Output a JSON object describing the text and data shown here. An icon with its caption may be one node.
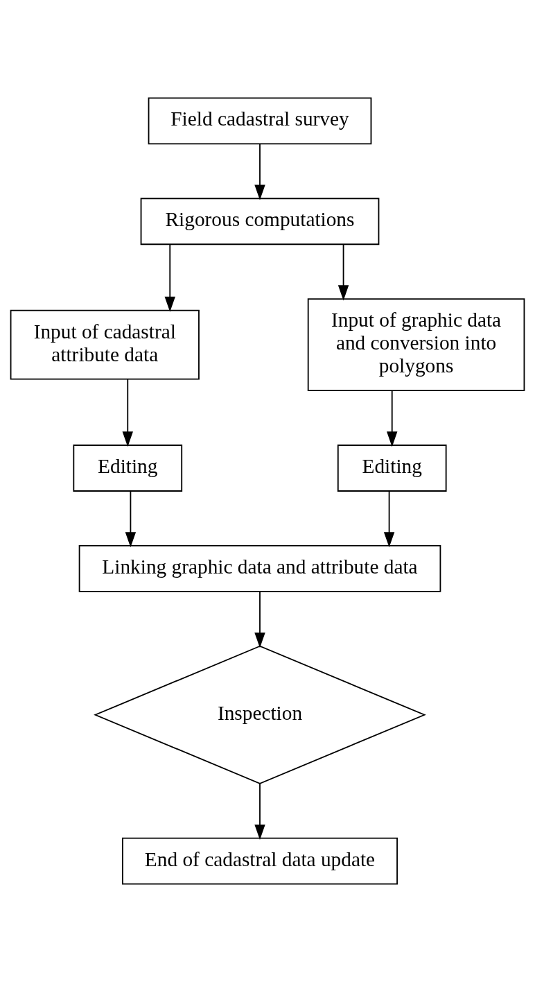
{
  "diagram": {
    "nodes": [
      {
        "text": [
          "Field cadastral survey"
        ]
      },
      {
        "text": [
          "Rigorous computations"
        ]
      },
      {
        "text": [
          "Input of cadastral attribute data"
        ]
      },
      {
        "text": [
          "Input of graphic data and conversion into polygons"
        ]
      },
      {
        "text": [
          "Editing"
        ]
      },
      {
        "text": [
          "Editing"
        ]
      },
      {
        "text": [
          "Linking graphic data and attribute data"
        ]
      },
      {
        "text": [
          "Inspection"
        ]
      },
      {
        "text": [
          "End of cadastral data update"
        ]
      }
    ],
    "edges": [
      {
        "from": 0,
        "to": 1,
        "arrow": "to"
      },
      {
        "from": 1,
        "to": 2,
        "arrow": "to"
      },
      {
        "from": 1,
        "to": 3,
        "arrow": "to"
      },
      {
        "from": 2,
        "to": 4,
        "arrow": "to"
      },
      {
        "from": 3,
        "to": 5,
        "arrow": "to"
      },
      {
        "from": 4,
        "to": 6,
        "arrow": "to"
      },
      {
        "from": 5,
        "to": 6,
        "arrow": "to"
      },
      {
        "from": 6,
        "to": 7,
        "arrow": "to"
      },
      {
        "from": 7,
        "to": 8,
        "arrow": "to"
      }
    ]
  }
}
